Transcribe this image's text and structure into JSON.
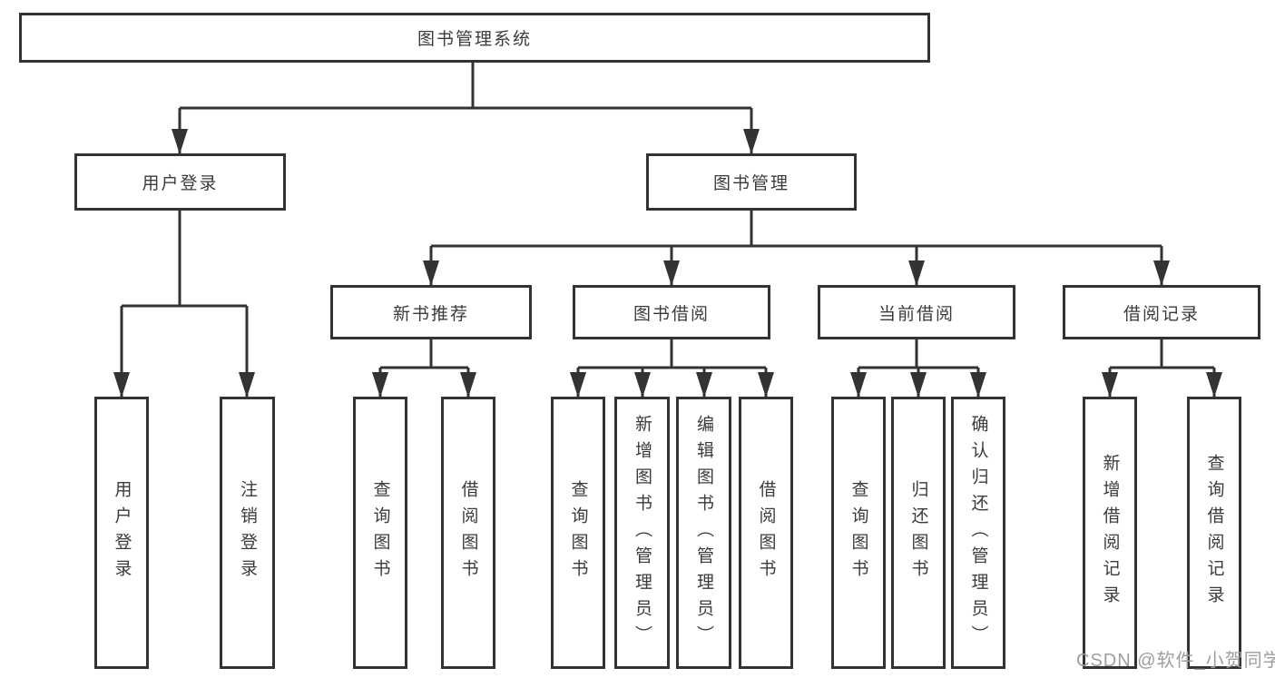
{
  "diagram": {
    "root": {
      "label": "图书管理系统"
    },
    "level1": [
      {
        "id": "user-login",
        "label": "用户登录"
      },
      {
        "id": "book-management",
        "label": "图书管理"
      }
    ],
    "level2": [
      {
        "id": "new-book-recommend",
        "label": "新书推荐"
      },
      {
        "id": "book-borrowing",
        "label": "图书借阅"
      },
      {
        "id": "current-borrowing",
        "label": "当前借阅"
      },
      {
        "id": "borrowing-records",
        "label": "借阅记录"
      }
    ],
    "leaves": {
      "user_login": [
        {
          "label": "用户登录"
        },
        {
          "label": "注销登录"
        }
      ],
      "new_book_recommend": [
        {
          "label": "查询图书"
        },
        {
          "label": "借阅图书"
        }
      ],
      "book_borrowing": [
        {
          "label": "查询图书"
        },
        {
          "label": "新增图书（管理员）"
        },
        {
          "label": "编辑图书（管理员）"
        },
        {
          "label": "借阅图书"
        }
      ],
      "current_borrowing": [
        {
          "label": "查询图书"
        },
        {
          "label": "归还图书"
        },
        {
          "label": "确认归还（管理员）"
        }
      ],
      "borrowing_records": [
        {
          "label": "新增借阅记录"
        },
        {
          "label": "查询借阅记录"
        }
      ]
    }
  },
  "colors": {
    "line": "#333333",
    "text": "#3b3b3b",
    "watermark": "#9e9e9e",
    "background": "#ffffff"
  },
  "watermark": {
    "text": "CSDN @软件_小贺同学"
  }
}
